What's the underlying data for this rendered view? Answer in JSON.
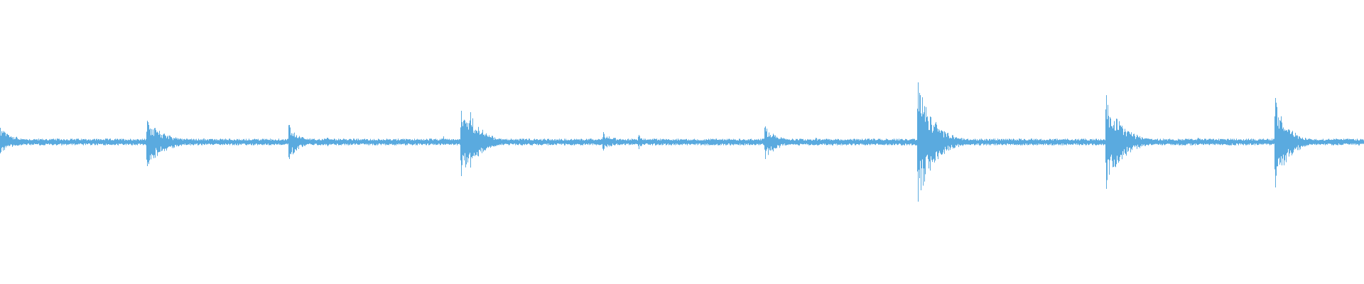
{
  "waveform": {
    "color": "#5aaadf",
    "background": "#ffffff",
    "baseline_amplitude": 0.02,
    "amplitude_range": [
      -1,
      1
    ],
    "events": [
      {
        "time": 0.0,
        "peak_up": 0.1,
        "peak_down": 0.08,
        "decay": 0.012
      },
      {
        "time": 0.108,
        "peak_up": 0.15,
        "peak_down": 0.17,
        "decay": 0.014
      },
      {
        "time": 0.212,
        "peak_up": 0.12,
        "peak_down": 0.12,
        "decay": 0.008
      },
      {
        "time": 0.24,
        "peak_up": 0.03,
        "peak_down": 0.03,
        "decay": 0.004
      },
      {
        "time": 0.325,
        "peak_up": 0.04,
        "peak_down": 0.02,
        "decay": 0.005
      },
      {
        "time": 0.338,
        "peak_up": 0.22,
        "peak_down": 0.24,
        "decay": 0.012
      },
      {
        "time": 0.345,
        "peak_up": 0.21,
        "peak_down": 0.18,
        "decay": 0.01
      },
      {
        "time": 0.442,
        "peak_up": 0.07,
        "peak_down": 0.06,
        "decay": 0.01
      },
      {
        "time": 0.468,
        "peak_up": 0.05,
        "peak_down": 0.05,
        "decay": 0.004
      },
      {
        "time": 0.561,
        "peak_up": 0.11,
        "peak_down": 0.12,
        "decay": 0.01
      },
      {
        "time": 0.598,
        "peak_up": 0.03,
        "peak_down": 0.02,
        "decay": 0.005
      },
      {
        "time": 0.673,
        "peak_up": 0.42,
        "peak_down": 0.42,
        "decay": 0.012
      },
      {
        "time": 0.811,
        "peak_up": 0.33,
        "peak_down": 0.33,
        "decay": 0.012
      },
      {
        "time": 0.878,
        "peak_up": 0.03,
        "peak_down": 0.02,
        "decay": 0.004
      },
      {
        "time": 0.935,
        "peak_up": 0.31,
        "peak_down": 0.32,
        "decay": 0.01
      }
    ]
  }
}
